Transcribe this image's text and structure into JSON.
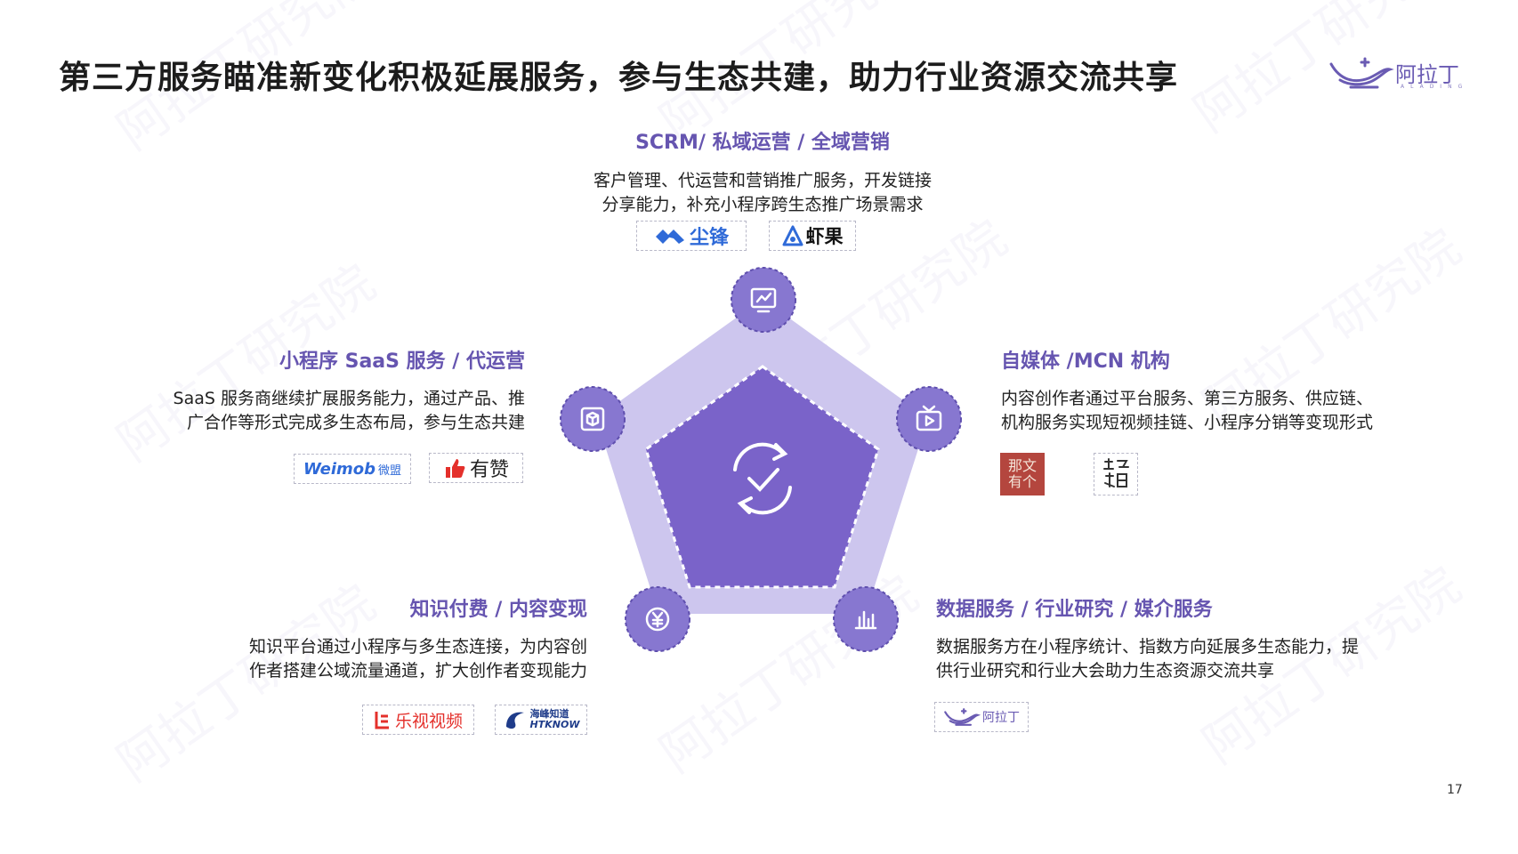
{
  "title": "第三方服务瞄准新变化积极延展服务，参与生态共建，助力行业资源交流共享",
  "brand": {
    "name": "阿拉丁",
    "sub": "ALADING"
  },
  "page_number": "17",
  "watermark_text": "阿拉丁研究院",
  "colors": {
    "accent": "#6655b0",
    "pentagon_outer": "#cdc6ee",
    "pentagon_inner": "#7a63c9",
    "node": "#8777d0"
  },
  "segments": {
    "top": {
      "heading": "SCRM/ 私域运营 / 全域营销",
      "desc_lines": [
        "客户管理、代运营和营销推广服务，开发链接",
        "分享能力，补充小程序跨生态推广场景需求"
      ],
      "logos": [
        "尘锋",
        "虾果"
      ],
      "icon": "chart-monitor-icon"
    },
    "left": {
      "heading": "小程序 SaaS 服务 / 代运营",
      "desc_lines": [
        "SaaS 服务商继续扩展服务能力，通过产品、推",
        "广合作等形式完成多生态布局，参与生态共建"
      ],
      "logos": [
        "Weimob",
        "微盟",
        "有赞"
      ],
      "icon": "cube-icon"
    },
    "right": {
      "heading": "自媒体 /MCN 机构",
      "desc_lines": [
        "内容创作者通过平台服务、第三方服务、供应链、",
        "机构服务实现短视频挂链、小程序分销等变现形式"
      ],
      "logos": [
        "那文",
        "有个"
      ],
      "icon": "tv-play-icon"
    },
    "bottom_left": {
      "heading": "知识付费 / 内容变现",
      "desc_lines": [
        "知识平台通过小程序与多生态连接，为内容创",
        "作者搭建公域流量通道，扩大创作者变现能力"
      ],
      "logos": [
        "乐视视频",
        "海峰知道",
        "HTKNOW"
      ],
      "icon": "yen-coin-icon"
    },
    "bottom_right": {
      "heading": "数据服务 / 行业研究 / 媒介服务",
      "desc_lines": [
        "数据服务方在小程序统计、指数方向延展多生态能力，提",
        "供行业研究和行业大会助力生态资源交流共享"
      ],
      "logos": [
        "阿拉丁"
      ],
      "icon": "bar-chart-icon"
    }
  },
  "center_icon": "refresh-check-icon"
}
